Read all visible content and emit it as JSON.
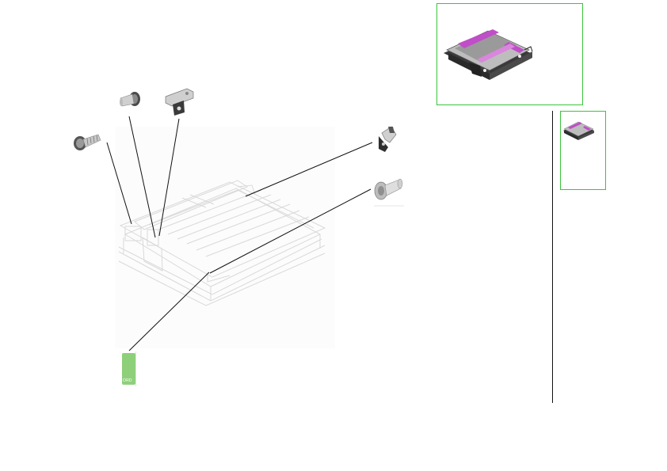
{
  "diagram": {
    "tag_label": "ORD",
    "accent_color": "#3cc43c",
    "tag_color": "#8ed07a",
    "highlight_color": "#c04ec8",
    "callouts": [
      {
        "part": "flange-screw",
        "target": "frame-left-corner"
      },
      {
        "part": "shoulder-pin",
        "target": "frame-left-corner"
      },
      {
        "part": "left-bracket",
        "target": "frame-left-corner"
      },
      {
        "part": "right-bracket",
        "target": "frame-right-rear"
      },
      {
        "part": "roller-bushing",
        "target": "frame-front-center"
      },
      {
        "part": "part-tag",
        "target": "frame-front-center"
      }
    ]
  }
}
